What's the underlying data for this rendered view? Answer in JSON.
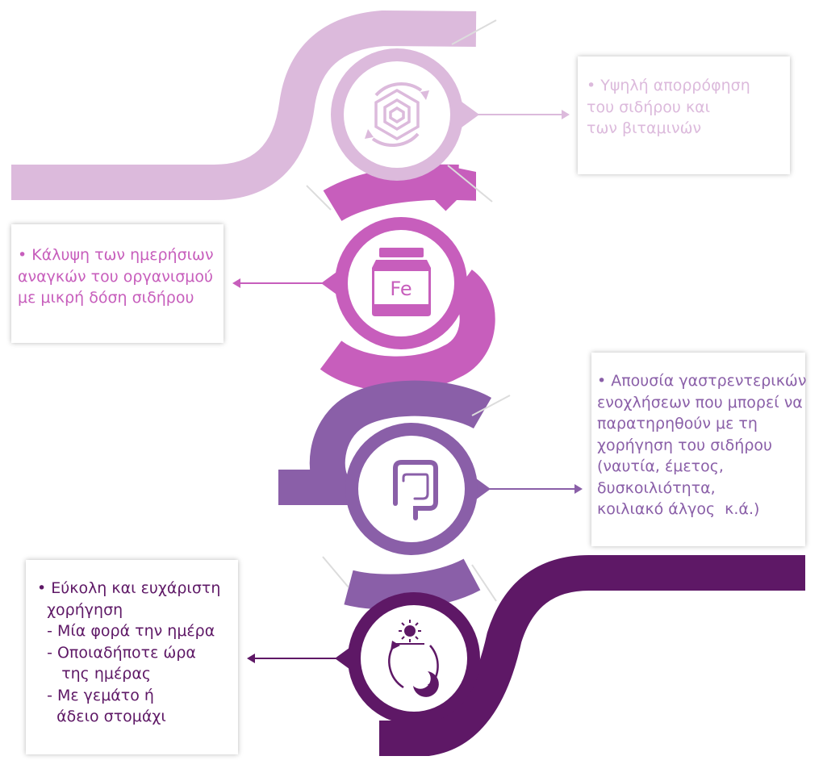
{
  "colors": {
    "stage1": "#dcbadc",
    "stage2": "#c75ebc",
    "stage3": "#8a5fa8",
    "stage4": "#5e1866",
    "divider": "#dcdcdc"
  },
  "steps": [
    {
      "icon": "absorption-hexagon-icon",
      "text_lines": [
        "• Υψηλή απορρόφηση",
        "του σιδήρου και",
        "των βιταμινών"
      ]
    },
    {
      "icon": "iron-jar-icon",
      "icon_label": "Fe",
      "text_lines": [
        "• Κάλυψη των ημερήσιων",
        "αναγκών του οργανισμού",
        "με μικρή δόση σιδήρου"
      ]
    },
    {
      "icon": "intestine-icon",
      "text_lines": [
        "• Απουσία γαστρεντερικών",
        "ενοχλήσεων που μπορεί να",
        "παρατηρηθούν με τη",
        "χορήγηση του σιδήρου",
        "(ναυτία, έμετος,",
        "δυσκοιλιότητα,",
        "κοιλιακό άλγος  κ.ά.)"
      ]
    },
    {
      "icon": "day-night-cycle-icon",
      "text_lines": [
        "• Εύκολη και ευχάριστη",
        "  χορήγηση",
        "  - Μία φορά την ημέρα",
        "  - Οποιαδήποτε ώρα",
        "     της ημέρας",
        "  - Με γεμάτο ή",
        "    άδειο στομάχι"
      ]
    }
  ]
}
